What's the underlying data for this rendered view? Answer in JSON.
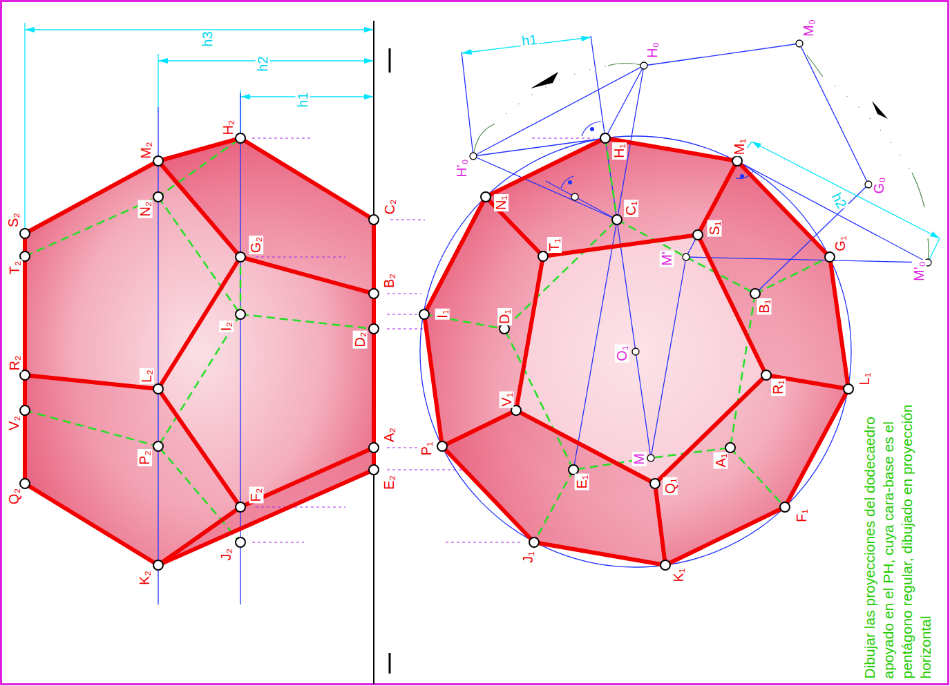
{
  "diagram": {
    "labels": [
      "h3",
      "h2",
      "h1",
      "H₂",
      "M₂",
      "S₂",
      "T₂",
      "N₂",
      "G₂",
      "C₂",
      "B₂",
      "I₂",
      "D₂",
      "R₂",
      "L₂",
      "V₂",
      "A₂",
      "E₂",
      "P₂",
      "Q₂",
      "F₂",
      "J₂",
      "K₂",
      "h1",
      "H₀",
      "M₀",
      "H'₀",
      "H₁",
      "M₁",
      "N₁",
      "C₁",
      "T₁",
      "S₁",
      "G₀",
      "M'",
      "B₁",
      "G₁",
      "h2",
      "M'₀",
      "I₁",
      "D₁",
      "O₁",
      "R₁",
      "L₁",
      "V₁",
      "P₁",
      "M",
      "A₁",
      "E₁",
      "Q₁",
      "F₁",
      "J₁",
      "K₁",
      "Dibujar las proyecciones del dodecaedro apoyado en el PH, cuya cara-base es el pentágono regular, dibujado en proyección horizontal"
    ]
  }
}
